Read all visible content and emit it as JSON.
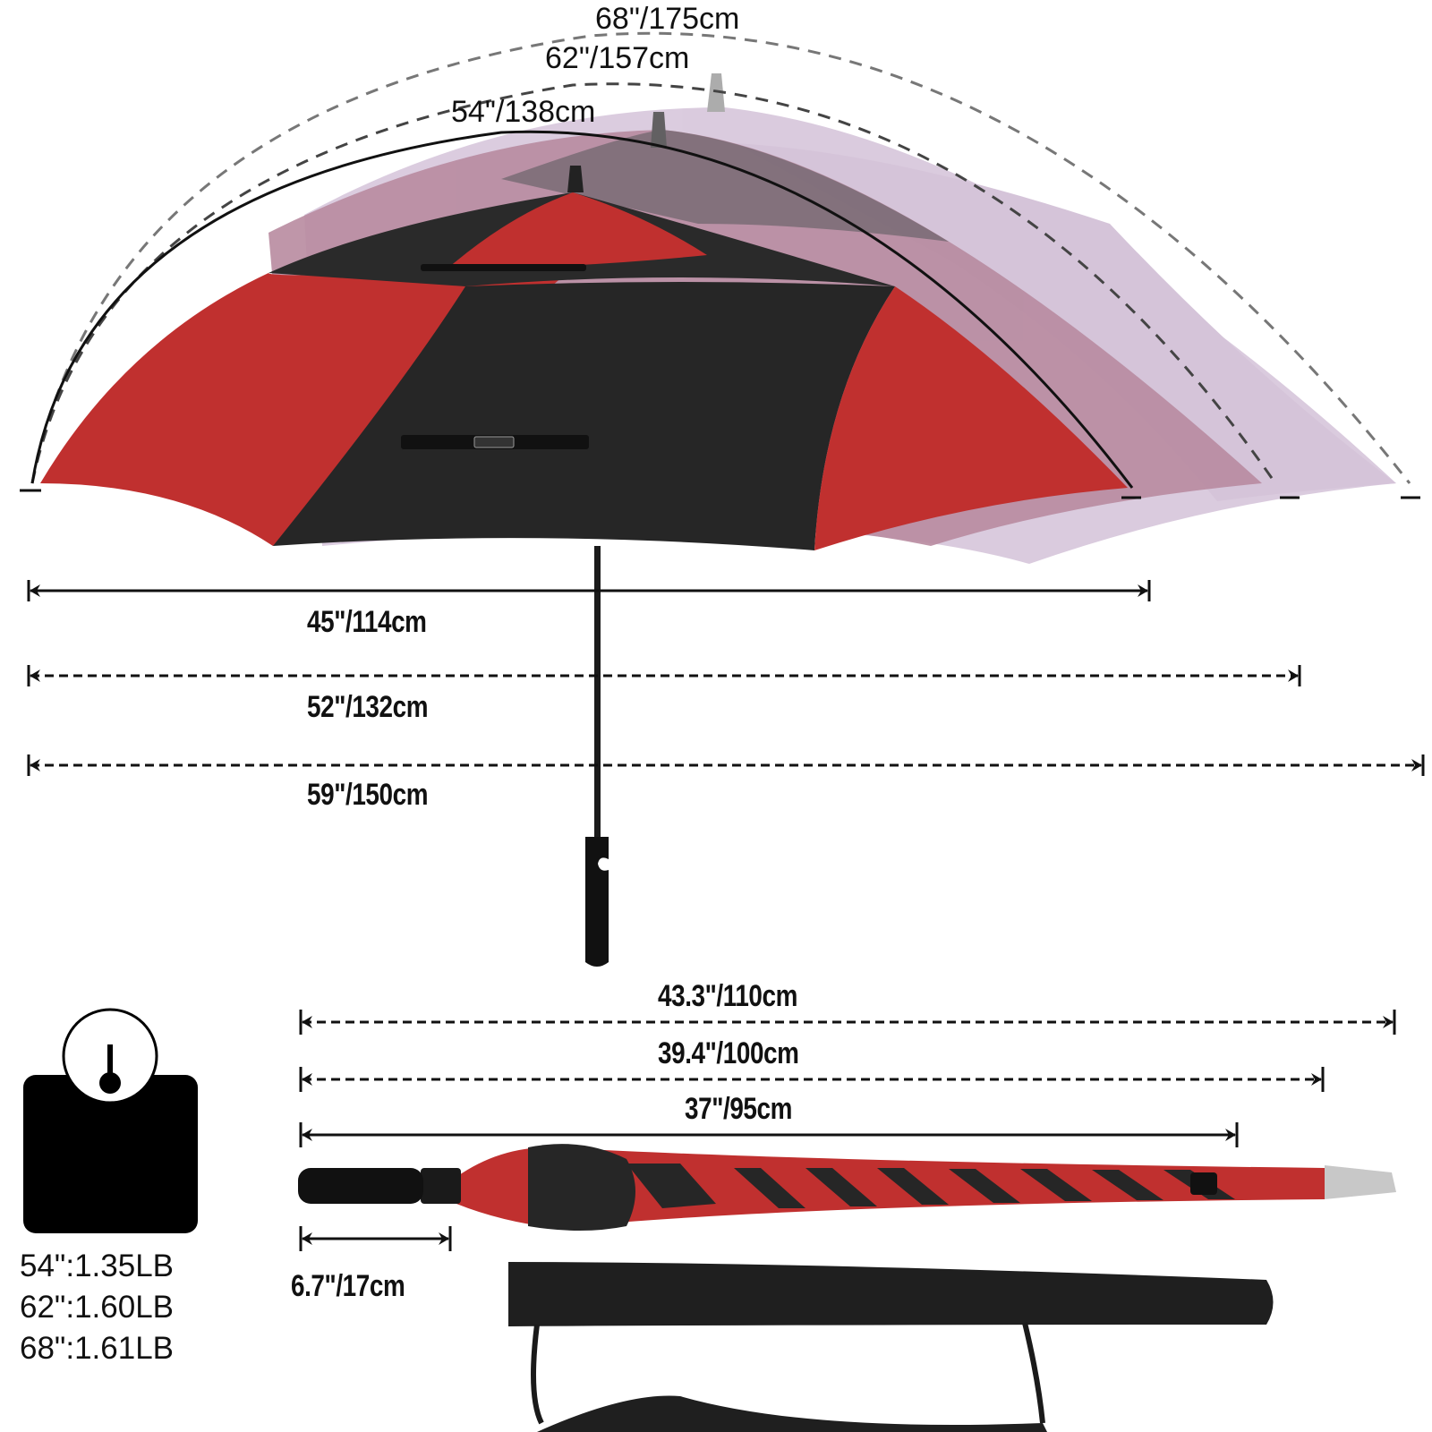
{
  "canopy_arcs": [
    {
      "label": "68\"/175cm",
      "style": "dashed",
      "color": "#666666"
    },
    {
      "label": "62\"/157cm",
      "style": "dashed",
      "color": "#444444"
    },
    {
      "label": "54\"/138cm",
      "style": "solid",
      "color": "#111111"
    }
  ],
  "open_spans": [
    {
      "label": "45\"/114cm",
      "style": "solid"
    },
    {
      "label": "52\"/132cm",
      "style": "dashed"
    },
    {
      "label": "59\"/150cm",
      "style": "dashed"
    }
  ],
  "closed_lengths": [
    {
      "label": "43.3\"/110cm",
      "style": "dashed"
    },
    {
      "label": "39.4\"/100cm",
      "style": "dashed"
    },
    {
      "label": "37\"/95cm",
      "style": "solid"
    }
  ],
  "handle_length": {
    "label": "6.7\"/17cm"
  },
  "weights": {
    "icon": "scale-icon",
    "items": [
      {
        "label": "54\":1.35LB"
      },
      {
        "label": "62\":1.60LB"
      },
      {
        "label": "68\":1.61LB"
      }
    ]
  },
  "colors": {
    "canopy_red": "#c0302f",
    "canopy_black": "#262626",
    "overlay_mid": "#b07890",
    "overlay_large": "#d8c8dc",
    "overlay_gray": "#9a9a9e"
  }
}
